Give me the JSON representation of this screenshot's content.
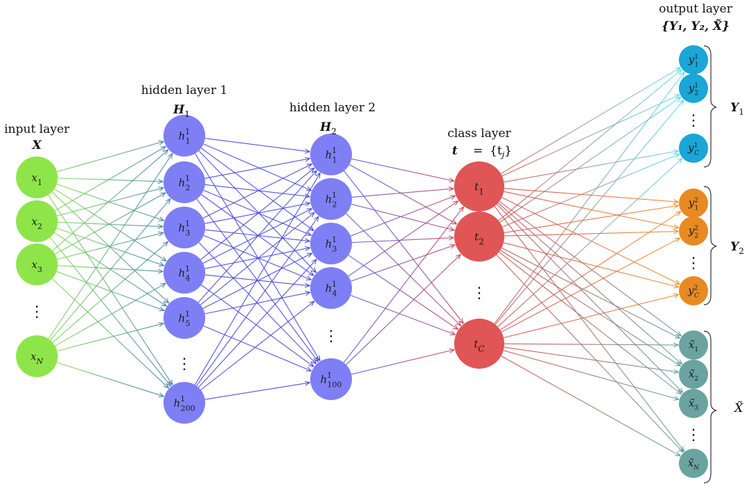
{
  "layers": {
    "input": {
      "title": "input layer",
      "symbol": "X"
    },
    "hidden1": {
      "title": "hidden layer 1",
      "symbol": "H",
      "symbol_sub": "1"
    },
    "hidden2": {
      "title": "hidden layer 2",
      "symbol": "H",
      "symbol_sub": "2"
    },
    "class": {
      "title": "class layer",
      "symbol": "t",
      "eq": "=",
      "set": "{t",
      "set_sub": "j",
      "set_close": "}"
    },
    "output": {
      "title": "output layer",
      "set_line": "{Y₁, Y₂, X̃}"
    }
  },
  "groups": {
    "y1": {
      "name": "Y",
      "sub": "1"
    },
    "y2": {
      "name": "Y",
      "sub": "2"
    },
    "xt": {
      "name": "X̃"
    }
  },
  "nodes": {
    "input": [
      {
        "base": "x",
        "sub": "1"
      },
      {
        "base": "x",
        "sub": "2"
      },
      {
        "base": "x",
        "sub": "3"
      },
      {
        "base": "x",
        "sub": "N"
      }
    ],
    "hidden1": [
      {
        "base": "h",
        "sup": "1",
        "sub": "1"
      },
      {
        "base": "h",
        "sup": "1",
        "sub": "2"
      },
      {
        "base": "h",
        "sup": "1",
        "sub": "3"
      },
      {
        "base": "h",
        "sup": "1",
        "sub": "4"
      },
      {
        "base": "h",
        "sup": "1",
        "sub": "5"
      },
      {
        "base": "h",
        "sup": "1",
        "sub": "200"
      }
    ],
    "hidden2": [
      {
        "base": "h",
        "sup": "1",
        "sub": "1"
      },
      {
        "base": "h",
        "sup": "1",
        "sub": "2"
      },
      {
        "base": "h",
        "sup": "1",
        "sub": "3"
      },
      {
        "base": "h",
        "sup": "1",
        "sub": "4"
      },
      {
        "base": "h",
        "sup": "1",
        "sub": "100"
      }
    ],
    "class": [
      {
        "base": "t",
        "sub": "1"
      },
      {
        "base": "t",
        "sub": "2"
      },
      {
        "base": "t",
        "sub": "C"
      }
    ],
    "out_y1": [
      {
        "base": "y",
        "sup": "1",
        "sub": "1"
      },
      {
        "base": "y",
        "sup": "1",
        "sub": "2"
      },
      {
        "base": "y",
        "sup": "1",
        "sub": "C"
      }
    ],
    "out_y2": [
      {
        "base": "y",
        "sup": "2",
        "sub": "1"
      },
      {
        "base": "y",
        "sup": "2",
        "sub": "2"
      },
      {
        "base": "y",
        "sup": "2",
        "sub": "C"
      }
    ],
    "out_xt": [
      {
        "base": "x̃",
        "sub": "1"
      },
      {
        "base": "x̃",
        "sub": "2"
      },
      {
        "base": "x̃",
        "sub": "3"
      },
      {
        "base": "x̃",
        "sub": "N"
      }
    ]
  },
  "ellipsis": "⋮",
  "colors": {
    "input": "#8ee54a",
    "hidden": "#7f7ff5",
    "class": "#e05555",
    "y1": "#1aa6d6",
    "y2": "#e88a22",
    "xt": "#6aa3a0",
    "edge_input": [
      "#7dd84a",
      "#3f7fa8"
    ],
    "edge_hidden": "#4040e0",
    "edge_h2_class": [
      "#5050d8",
      "#c04060"
    ],
    "edge_class_y1": [
      "#c85050",
      "#58e0ee"
    ],
    "edge_class_y2": [
      "#d04848",
      "#ee8a28"
    ],
    "edge_class_xt": [
      "#d04848",
      "#5e9a98"
    ]
  }
}
